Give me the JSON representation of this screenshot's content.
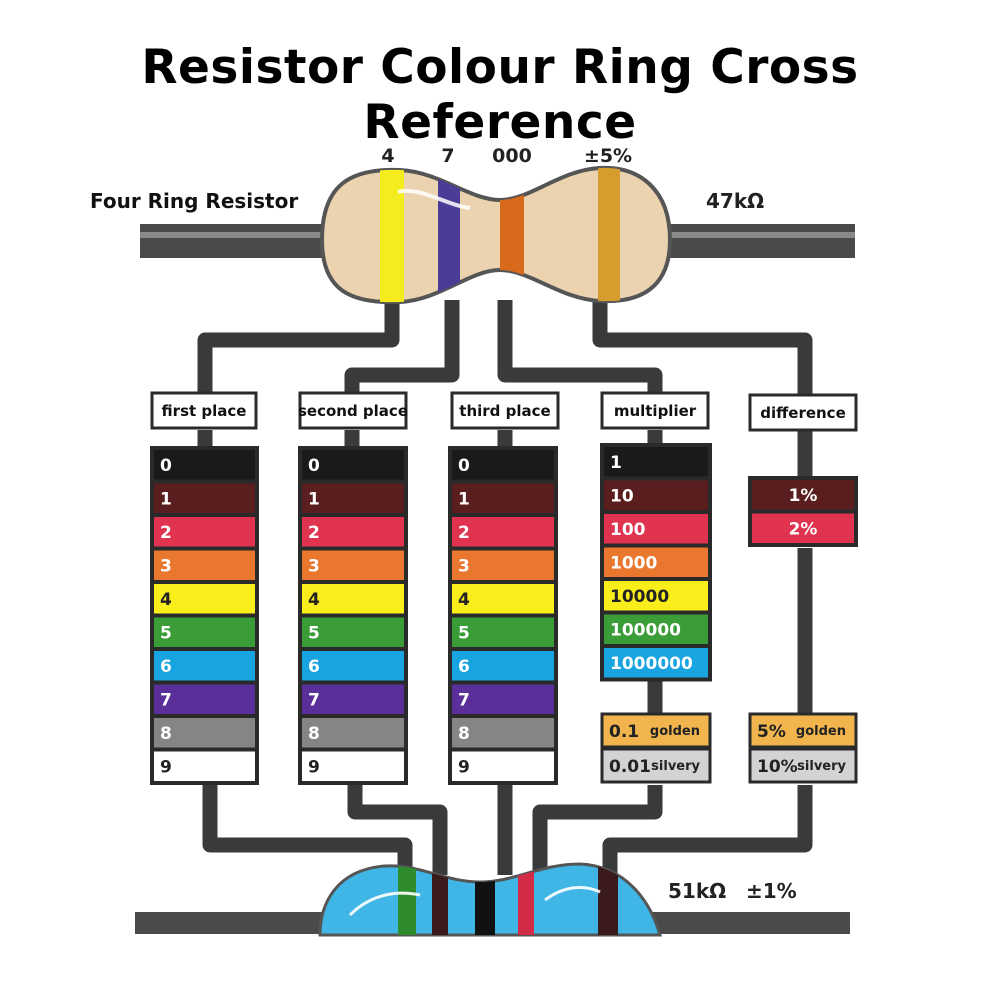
{
  "title": "Resistor Colour Ring Cross Reference",
  "top_resistor": {
    "label": "Four Ring Resistor",
    "value": "47kΩ",
    "ring_labels": [
      "4",
      "7",
      "000",
      "±5%"
    ],
    "ring_colors": [
      "#f5ec1e",
      "#4b3d97",
      "#d96a1c",
      "#d79c2e"
    ],
    "body_color": "#ecd3b0"
  },
  "bottom_resistor": {
    "value": "51kΩ",
    "tolerance": "±1%",
    "ring_colors": [
      "#2e8b2e",
      "#3a1a1a",
      "#111111",
      "#d22b45",
      "#3a1a1a"
    ],
    "body_color": "#3fb6e6"
  },
  "columns": [
    {
      "header": "first place",
      "rows": [
        {
          "label": "0",
          "color": "#1a1a1a",
          "text_color": "#ffffff"
        },
        {
          "label": "1",
          "color": "#5a1e1e",
          "text_color": "#ffffff"
        },
        {
          "label": "2",
          "color": "#e0334f",
          "text_color": "#ffffff"
        },
        {
          "label": "3",
          "color": "#e9772e",
          "text_color": "#ffffff"
        },
        {
          "label": "4",
          "color": "#f9ee1b",
          "text_color": "#222222"
        },
        {
          "label": "5",
          "color": "#3a9d38",
          "text_color": "#ffffff"
        },
        {
          "label": "6",
          "color": "#17a4e0",
          "text_color": "#ffffff"
        },
        {
          "label": "7",
          "color": "#5a2f9a",
          "text_color": "#ffffff"
        },
        {
          "label": "8",
          "color": "#858585",
          "text_color": "#ffffff"
        },
        {
          "label": "9",
          "color": "#ffffff",
          "text_color": "#222222"
        }
      ]
    },
    {
      "header": "second place",
      "rows": [
        {
          "label": "0",
          "color": "#1a1a1a",
          "text_color": "#ffffff"
        },
        {
          "label": "1",
          "color": "#5a1e1e",
          "text_color": "#ffffff"
        },
        {
          "label": "2",
          "color": "#e0334f",
          "text_color": "#ffffff"
        },
        {
          "label": "3",
          "color": "#e9772e",
          "text_color": "#ffffff"
        },
        {
          "label": "4",
          "color": "#f9ee1b",
          "text_color": "#222222"
        },
        {
          "label": "5",
          "color": "#3a9d38",
          "text_color": "#ffffff"
        },
        {
          "label": "6",
          "color": "#17a4e0",
          "text_color": "#ffffff"
        },
        {
          "label": "7",
          "color": "#5a2f9a",
          "text_color": "#ffffff"
        },
        {
          "label": "8",
          "color": "#858585",
          "text_color": "#ffffff"
        },
        {
          "label": "9",
          "color": "#ffffff",
          "text_color": "#222222"
        }
      ]
    },
    {
      "header": "third place",
      "rows": [
        {
          "label": "0",
          "color": "#1a1a1a",
          "text_color": "#ffffff"
        },
        {
          "label": "1",
          "color": "#5a1e1e",
          "text_color": "#ffffff"
        },
        {
          "label": "2",
          "color": "#e0334f",
          "text_color": "#ffffff"
        },
        {
          "label": "3",
          "color": "#e9772e",
          "text_color": "#ffffff"
        },
        {
          "label": "4",
          "color": "#f9ee1b",
          "text_color": "#222222"
        },
        {
          "label": "5",
          "color": "#3a9d38",
          "text_color": "#ffffff"
        },
        {
          "label": "6",
          "color": "#17a4e0",
          "text_color": "#ffffff"
        },
        {
          "label": "7",
          "color": "#5a2f9a",
          "text_color": "#ffffff"
        },
        {
          "label": "8",
          "color": "#858585",
          "text_color": "#ffffff"
        },
        {
          "label": "9",
          "color": "#ffffff",
          "text_color": "#222222"
        }
      ]
    },
    {
      "header": "multiplier",
      "rows": [
        {
          "label": "1",
          "color": "#1a1a1a",
          "text_color": "#ffffff"
        },
        {
          "label": "10",
          "color": "#5a1e1e",
          "text_color": "#ffffff"
        },
        {
          "label": "100",
          "color": "#e0334f",
          "text_color": "#ffffff"
        },
        {
          "label": "1000",
          "color": "#e9772e",
          "text_color": "#ffffff"
        },
        {
          "label": "10000",
          "color": "#f9ee1b",
          "text_color": "#222222"
        },
        {
          "label": "100000",
          "color": "#3a9d38",
          "text_color": "#ffffff"
        },
        {
          "label": "1000000",
          "color": "#17a4e0",
          "text_color": "#ffffff"
        }
      ],
      "extra": [
        {
          "value": "0.1",
          "name": "golden",
          "color": "#f2b54e"
        },
        {
          "value": "0.01",
          "name": "silvery",
          "color": "#d3d3d3"
        }
      ]
    },
    {
      "header": "difference",
      "rows": [
        {
          "label": "1%",
          "color": "#5a1e1e",
          "text_color": "#ffffff"
        },
        {
          "label": "2%",
          "color": "#e0334f",
          "text_color": "#ffffff"
        }
      ],
      "extra": [
        {
          "value": "5%",
          "name": "golden",
          "color": "#f2b54e"
        },
        {
          "value": "10%",
          "name": "silvery",
          "color": "#d3d3d3"
        }
      ]
    }
  ]
}
